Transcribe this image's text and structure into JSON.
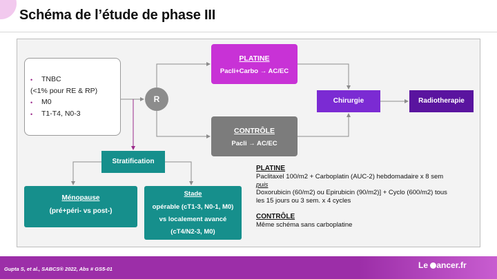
{
  "title": "Schéma de l’étude de phase III",
  "criteria": {
    "items": [
      {
        "bullet": true,
        "text": "TNBC"
      },
      {
        "bullet": false,
        "text": "(<1% pour RE & RP)"
      },
      {
        "bullet": true,
        "text": "M0"
      },
      {
        "bullet": true,
        "text": "T1-T4, N0-3"
      }
    ]
  },
  "randomization": "R",
  "arms": {
    "platine": {
      "title": "PLATINE",
      "regimen": "Pacli+Carbo → AC/EC"
    },
    "controle": {
      "title": "CONTRÔLE",
      "regimen": "Pacli → AC/EC"
    }
  },
  "chirurgie": "Chirurgie",
  "radiotherapie": "Radiotherapie",
  "stratification": "Stratification",
  "menopause": {
    "title": "Ménopause",
    "text": "(pré+péri- vs post-)"
  },
  "stade": {
    "title": "Stade",
    "line1": "opérable (cT1-3, N0-1, M0)",
    "line2": "vs localement avancé",
    "line3": "(cT4/N2-3, M0)"
  },
  "description": {
    "platine_head": "PLATINE",
    "platine_line1": "Paclitaxel 100/m2 + Carboplatin (AUC-2) hebdomadaire x 8 sem",
    "puis": "puis",
    "platine_line2": "Doxorubicin (60/m2) ou Epirubicin (90/m2)] + Cyclo (600/m2) tous",
    "platine_line3": "les 15 jours ou 3 sem. x 4 cycles",
    "controle_head": "CONTRÔLE",
    "controle_line": "Même schéma sans carboplatine"
  },
  "footer": {
    "citation": "Gupta S, et al., SABCS® 2022, Abs # GS5-01",
    "logo_left": "Le ",
    "logo_right": "ancer.fr"
  },
  "colors": {
    "platine": "#c832d6",
    "controle": "#7c7c7c",
    "chirurgie": "#7b2bd3",
    "radiotherapie": "#5a149f",
    "teal": "#168f8c",
    "footer": "#9c2ea8"
  }
}
